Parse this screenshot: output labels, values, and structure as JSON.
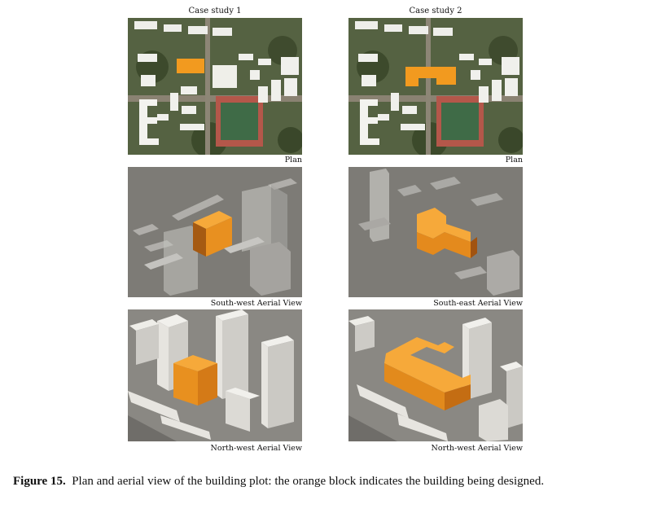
{
  "figure": {
    "column_titles": [
      "Case study 1",
      "Case study 2"
    ],
    "panels": [
      {
        "row": "plan",
        "caption": "Plan"
      },
      {
        "row": "plan",
        "caption": "Plan"
      },
      {
        "row": "aerial-1",
        "caption": "South-west Aerial View"
      },
      {
        "row": "aerial-1",
        "caption": "South-east Aerial View"
      },
      {
        "row": "aerial-2",
        "caption": "North-west Aerial View"
      },
      {
        "row": "aerial-2",
        "caption": "North-west Aerial View"
      }
    ],
    "colors": {
      "highlight": "#f29a1f",
      "highlight_dark": "#c96a12",
      "building": "#e8e6e1",
      "ground": "#7f7d78"
    }
  },
  "caption": {
    "label": "Figure 15.",
    "text": "Plan and aerial view of the building plot: the orange block indicates the building being designed."
  }
}
